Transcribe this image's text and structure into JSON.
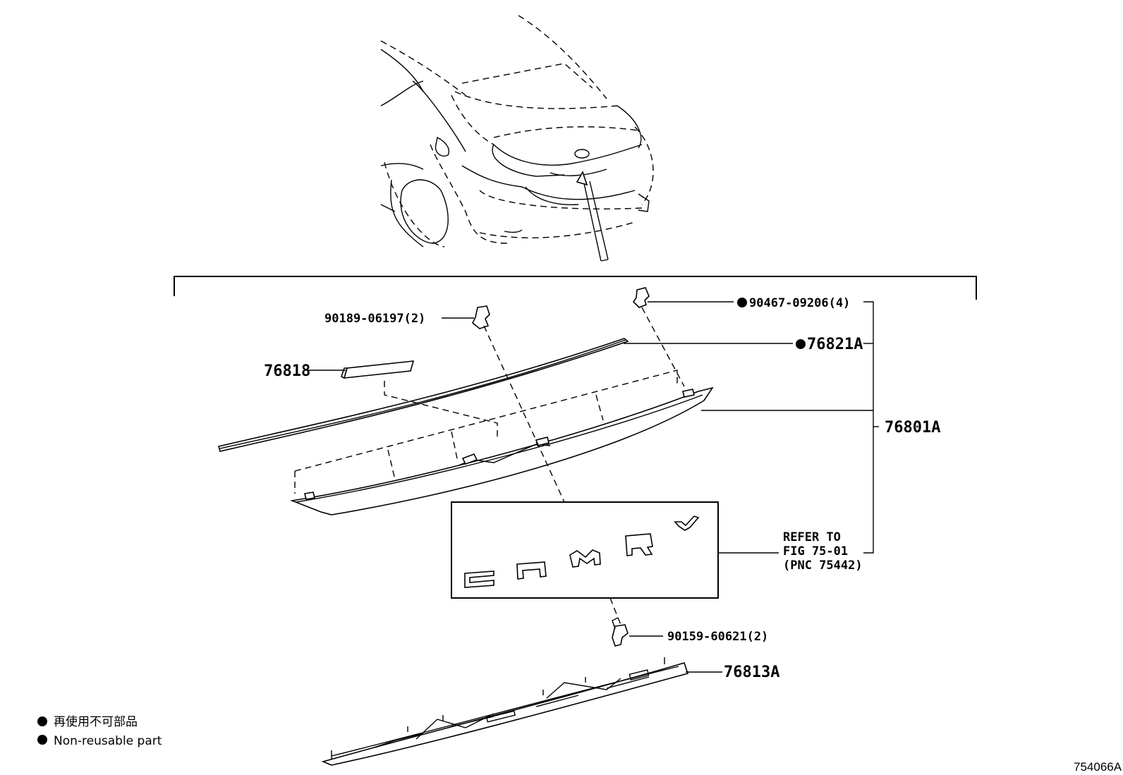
{
  "parts": {
    "p_76818": "76818",
    "p_90189": "90189-06197(2)",
    "p_90467": "90467-09206(4)",
    "p_76821A": "76821A",
    "p_76801A": "76801A",
    "p_90159": "90159-60621(2)",
    "p_76813A": "76813A"
  },
  "reference": {
    "line1": "REFER TO",
    "line2": "FIG 75-01",
    "line3": "(PNC 75442)"
  },
  "legend": {
    "jp": "再使用不可部品",
    "en": "Non-reusable part"
  },
  "diagram_code": "754066A"
}
